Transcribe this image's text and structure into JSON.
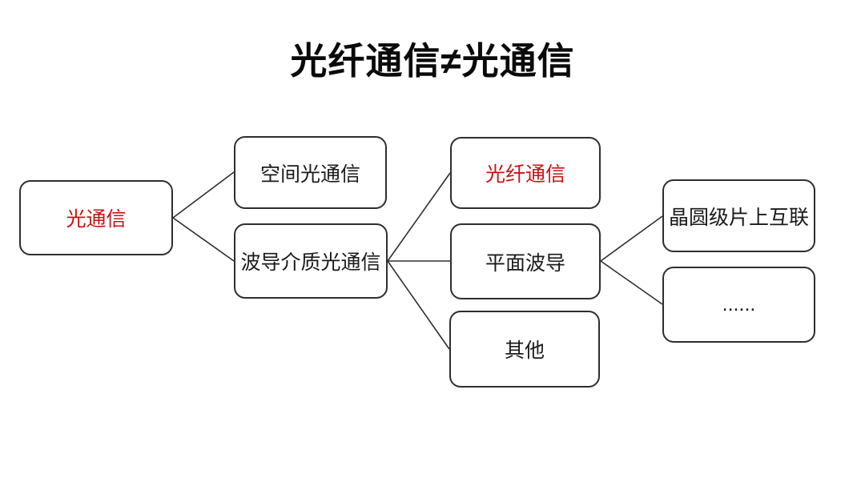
{
  "title": "光纤通信≠光通信",
  "colors": {
    "accent_red": "#c81414",
    "box_border": "#2e2e2e",
    "connector_line": "#2e2e2e",
    "text": "#1a1a1a",
    "background": "#ffffff"
  },
  "nodes": {
    "root": {
      "label": "光通信",
      "emphasis": true
    },
    "space": {
      "label": "空间光通信",
      "emphasis": false
    },
    "waveguide": {
      "label": "波导介质光通信",
      "emphasis": false
    },
    "fiber": {
      "label": "光纤通信",
      "emphasis": true
    },
    "planar": {
      "label": "平面波导",
      "emphasis": false
    },
    "other": {
      "label": "其他",
      "emphasis": false
    },
    "wafer": {
      "label": "晶圆级片上互联",
      "emphasis": false
    },
    "ellipsis": {
      "label": "......",
      "emphasis": false
    }
  },
  "edges": [
    {
      "from": "root",
      "to": "space"
    },
    {
      "from": "root",
      "to": "waveguide"
    },
    {
      "from": "waveguide",
      "to": "fiber"
    },
    {
      "from": "waveguide",
      "to": "planar"
    },
    {
      "from": "waveguide",
      "to": "other"
    },
    {
      "from": "planar",
      "to": "wafer"
    },
    {
      "from": "planar",
      "to": "ellipsis"
    }
  ]
}
